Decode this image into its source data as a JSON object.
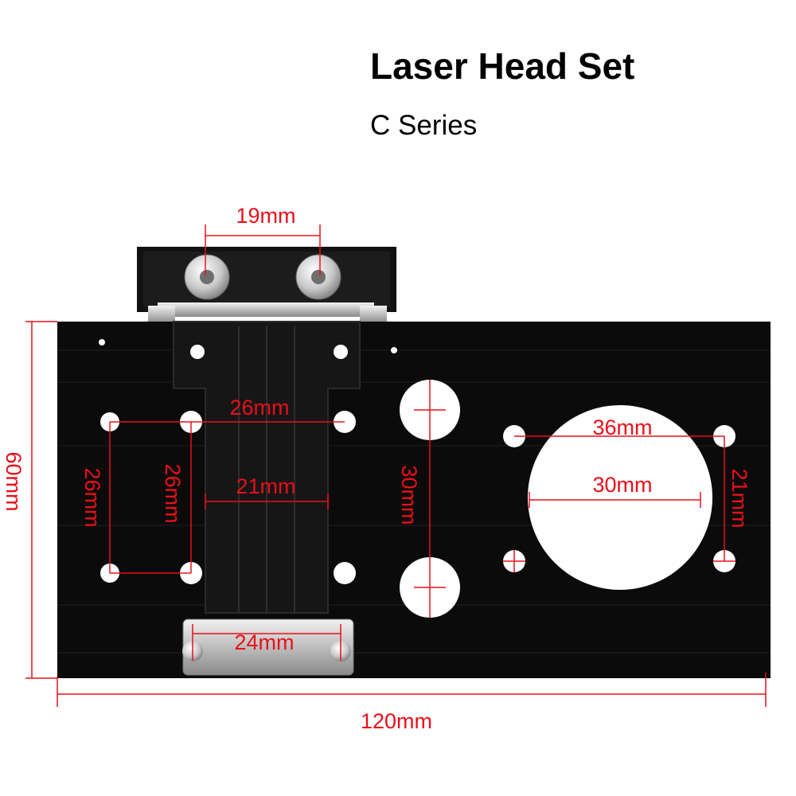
{
  "header": {
    "title": "Laser Head Set",
    "subtitle": "C Series"
  },
  "dimensions": {
    "top_bolt_spacing": "19mm",
    "upper_hole_spacing": "26mm",
    "left_outer_vertical": "26mm",
    "left_inner_vertical": "26mm",
    "center_width": "21mm",
    "large_hole_vertical": "30mm",
    "motor_hole_spacing": "36mm",
    "motor_bore": "30mm",
    "right_vertical": "21mm",
    "bottom_bolt_spacing": "24mm",
    "overall_height": "60mm",
    "overall_width": "120mm"
  },
  "colors": {
    "plate": "#0b0b0b",
    "dimension": "#e8101a",
    "steel": "#c9c9c9"
  }
}
